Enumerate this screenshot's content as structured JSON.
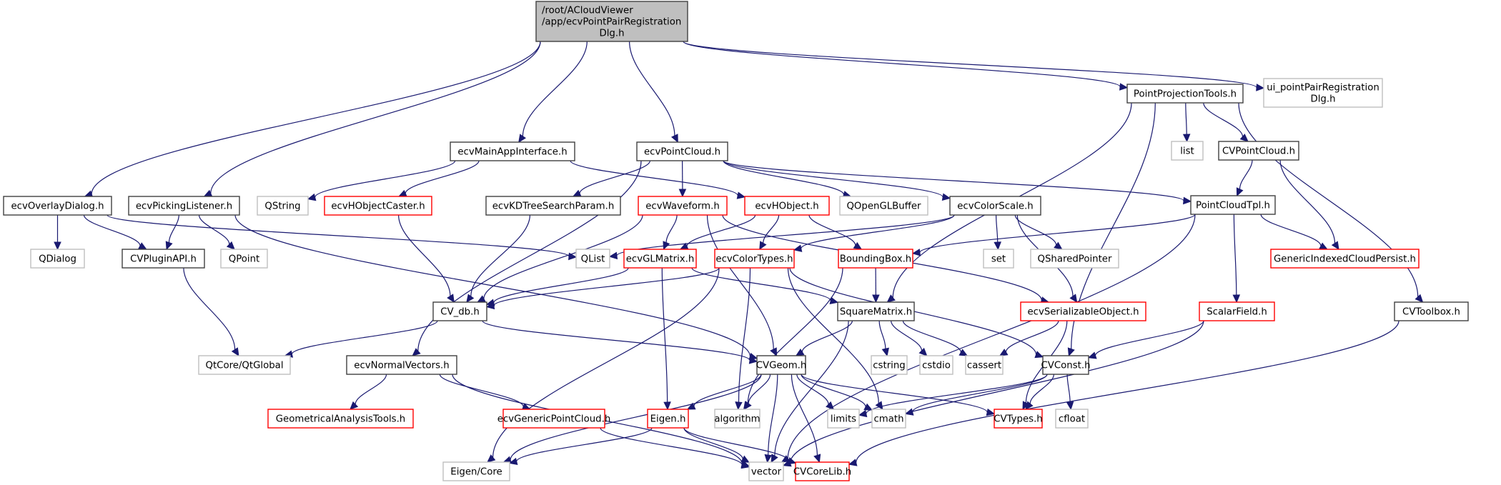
{
  "graph_type": "include dependency graph",
  "colors": {
    "edge": "#191970",
    "root_fill": "#bfbfbf",
    "documented_border": "#404040",
    "truncated_border": "#ff0000",
    "external_border": "#bfbfbf"
  },
  "nodes": [
    {
      "id": "root",
      "lines": [
        "/root/ACloudViewer",
        "/app/ecvPointPairRegistration",
        "Dlg.h"
      ],
      "kind": "root"
    },
    {
      "id": "PointProjectionTools",
      "lines": [
        "PointProjectionTools.h"
      ],
      "kind": "doc"
    },
    {
      "id": "ui_pointPair",
      "lines": [
        "ui_pointPairRegistration",
        "Dlg.h"
      ],
      "kind": "ext"
    },
    {
      "id": "ecvMainAppInterface",
      "lines": [
        "ecvMainAppInterface.h"
      ],
      "kind": "doc"
    },
    {
      "id": "ecvPointCloud",
      "lines": [
        "ecvPointCloud.h"
      ],
      "kind": "doc"
    },
    {
      "id": "list",
      "lines": [
        "list"
      ],
      "kind": "ext"
    },
    {
      "id": "CVPointCloud",
      "lines": [
        "CVPointCloud.h"
      ],
      "kind": "doc"
    },
    {
      "id": "ecvOverlayDialog",
      "lines": [
        "ecvOverlayDialog.h"
      ],
      "kind": "doc"
    },
    {
      "id": "ecvPickingListener",
      "lines": [
        "ecvPickingListener.h"
      ],
      "kind": "doc"
    },
    {
      "id": "QString",
      "lines": [
        "QString"
      ],
      "kind": "ext"
    },
    {
      "id": "ecvHObjectCaster",
      "lines": [
        "ecvHObjectCaster.h"
      ],
      "kind": "red"
    },
    {
      "id": "ecvKDTreeSearchParam",
      "lines": [
        "ecvKDTreeSearchParam.h"
      ],
      "kind": "doc"
    },
    {
      "id": "ecvWaveform",
      "lines": [
        "ecvWaveform.h"
      ],
      "kind": "red"
    },
    {
      "id": "ecvHObject",
      "lines": [
        "ecvHObject.h"
      ],
      "kind": "red"
    },
    {
      "id": "QOpenGLBuffer",
      "lines": [
        "QOpenGLBuffer"
      ],
      "kind": "ext"
    },
    {
      "id": "ecvColorScale",
      "lines": [
        "ecvColorScale.h"
      ],
      "kind": "doc"
    },
    {
      "id": "PointCloudTpl",
      "lines": [
        "PointCloudTpl.h"
      ],
      "kind": "doc"
    },
    {
      "id": "QDialog",
      "lines": [
        "QDialog"
      ],
      "kind": "ext"
    },
    {
      "id": "CVPluginAPI",
      "lines": [
        "CVPluginAPI.h"
      ],
      "kind": "doc"
    },
    {
      "id": "QPoint",
      "lines": [
        "QPoint"
      ],
      "kind": "ext"
    },
    {
      "id": "QList",
      "lines": [
        "QList"
      ],
      "kind": "ext"
    },
    {
      "id": "ecvGLMatrix",
      "lines": [
        "ecvGLMatrix.h"
      ],
      "kind": "red"
    },
    {
      "id": "ecvColorTypes",
      "lines": [
        "ecvColorTypes.h"
      ],
      "kind": "red"
    },
    {
      "id": "BoundingBox",
      "lines": [
        "BoundingBox.h"
      ],
      "kind": "red"
    },
    {
      "id": "set",
      "lines": [
        "set"
      ],
      "kind": "ext"
    },
    {
      "id": "QSharedPointer",
      "lines": [
        "QSharedPointer"
      ],
      "kind": "ext"
    },
    {
      "id": "GenericIndexedCloudPersist",
      "lines": [
        "GenericIndexedCloudPersist.h"
      ],
      "kind": "red"
    },
    {
      "id": "CV_db",
      "lines": [
        "CV_db.h"
      ],
      "kind": "doc"
    },
    {
      "id": "SquareMatrix",
      "lines": [
        "SquareMatrix.h"
      ],
      "kind": "doc"
    },
    {
      "id": "ecvSerializableObject",
      "lines": [
        "ecvSerializableObject.h"
      ],
      "kind": "red"
    },
    {
      "id": "ScalarField",
      "lines": [
        "ScalarField.h"
      ],
      "kind": "red"
    },
    {
      "id": "CVToolbox",
      "lines": [
        "CVToolbox.h"
      ],
      "kind": "doc"
    },
    {
      "id": "QtGlobal",
      "lines": [
        "QtCore/QtGlobal"
      ],
      "kind": "ext"
    },
    {
      "id": "ecvNormalVectors",
      "lines": [
        "ecvNormalVectors.h"
      ],
      "kind": "doc"
    },
    {
      "id": "CVGeom",
      "lines": [
        "CVGeom.h"
      ],
      "kind": "doc"
    },
    {
      "id": "cstring",
      "lines": [
        "cstring"
      ],
      "kind": "ext"
    },
    {
      "id": "cstdio",
      "lines": [
        "cstdio"
      ],
      "kind": "ext"
    },
    {
      "id": "cassert",
      "lines": [
        "cassert"
      ],
      "kind": "ext"
    },
    {
      "id": "CVConst",
      "lines": [
        "CVConst.h"
      ],
      "kind": "doc"
    },
    {
      "id": "GeometricalAnalysisTools",
      "lines": [
        "GeometricalAnalysisTools.h"
      ],
      "kind": "red"
    },
    {
      "id": "ecvGenericPointCloud",
      "lines": [
        "ecvGenericPointCloud.h"
      ],
      "kind": "red"
    },
    {
      "id": "Eigen",
      "lines": [
        "Eigen.h"
      ],
      "kind": "red"
    },
    {
      "id": "algorithm",
      "lines": [
        "algorithm"
      ],
      "kind": "ext"
    },
    {
      "id": "limits",
      "lines": [
        "limits"
      ],
      "kind": "ext"
    },
    {
      "id": "cmath",
      "lines": [
        "cmath"
      ],
      "kind": "ext"
    },
    {
      "id": "CVTypes",
      "lines": [
        "CVTypes.h"
      ],
      "kind": "red"
    },
    {
      "id": "cfloat",
      "lines": [
        "cfloat"
      ],
      "kind": "ext"
    },
    {
      "id": "EigenCore",
      "lines": [
        "Eigen/Core"
      ],
      "kind": "ext"
    },
    {
      "id": "vector",
      "lines": [
        "vector"
      ],
      "kind": "ext"
    },
    {
      "id": "CVCoreLib",
      "lines": [
        "CVCoreLib.h"
      ],
      "kind": "red"
    }
  ],
  "edges": [
    [
      "root",
      "ecvOverlayDialog"
    ],
    [
      "root",
      "ecvPickingListener"
    ],
    [
      "root",
      "ecvMainAppInterface"
    ],
    [
      "root",
      "ecvPointCloud"
    ],
    [
      "root",
      "PointProjectionTools"
    ],
    [
      "root",
      "ui_pointPair"
    ],
    [
      "PointProjectionTools",
      "list"
    ],
    [
      "PointProjectionTools",
      "CVPointCloud"
    ],
    [
      "PointProjectionTools",
      "SquareMatrix"
    ],
    [
      "PointProjectionTools",
      "CVConst"
    ],
    [
      "PointProjectionTools",
      "CVToolbox"
    ],
    [
      "CVPointCloud",
      "PointCloudTpl"
    ],
    [
      "CVPointCloud",
      "GenericIndexedCloudPersist"
    ],
    [
      "ecvMainAppInterface",
      "QString"
    ],
    [
      "ecvMainAppInterface",
      "ecvHObjectCaster"
    ],
    [
      "ecvMainAppInterface",
      "ecvHObject"
    ],
    [
      "ecvPointCloud",
      "ecvKDTreeSearchParam"
    ],
    [
      "ecvPointCloud",
      "ecvWaveform"
    ],
    [
      "ecvPointCloud",
      "QOpenGLBuffer"
    ],
    [
      "ecvPointCloud",
      "ecvColorScale"
    ],
    [
      "ecvPointCloud",
      "PointCloudTpl"
    ],
    [
      "ecvPointCloud",
      "ecvNormalVectors"
    ],
    [
      "ecvOverlayDialog",
      "QDialog"
    ],
    [
      "ecvOverlayDialog",
      "CVPluginAPI"
    ],
    [
      "ecvOverlayDialog",
      "QList"
    ],
    [
      "ecvPickingListener",
      "CVPluginAPI"
    ],
    [
      "ecvPickingListener",
      "QPoint"
    ],
    [
      "ecvPickingListener",
      "CVGeom"
    ],
    [
      "CVPluginAPI",
      "QtGlobal"
    ],
    [
      "ecvHObjectCaster",
      "CV_db"
    ],
    [
      "ecvKDTreeSearchParam",
      "CV_db"
    ],
    [
      "ecvWaveform",
      "ecvGLMatrix"
    ],
    [
      "ecvWaveform",
      "CV_db"
    ],
    [
      "ecvWaveform",
      "ecvSerializableObject"
    ],
    [
      "ecvWaveform",
      "CVGeom"
    ],
    [
      "ecvHObject",
      "ecvGLMatrix"
    ],
    [
      "ecvHObject",
      "ecvColorTypes"
    ],
    [
      "ecvHObject",
      "BoundingBox"
    ],
    [
      "ecvColorScale",
      "QList"
    ],
    [
      "ecvColorScale",
      "ecvColorTypes"
    ],
    [
      "ecvColorScale",
      "set"
    ],
    [
      "ecvColorScale",
      "QSharedPointer"
    ],
    [
      "ecvColorScale",
      "ecvSerializableObject"
    ],
    [
      "PointCloudTpl",
      "BoundingBox"
    ],
    [
      "PointCloudTpl",
      "GenericIndexedCloudPersist"
    ],
    [
      "PointCloudTpl",
      "ScalarField"
    ],
    [
      "PointCloudTpl",
      "vector"
    ],
    [
      "ecvGLMatrix",
      "CV_db"
    ],
    [
      "ecvGLMatrix",
      "SquareMatrix"
    ],
    [
      "ecvGLMatrix",
      "Eigen"
    ],
    [
      "ecvColorTypes",
      "CV_db"
    ],
    [
      "ecvColorTypes",
      "algorithm"
    ],
    [
      "ecvColorTypes",
      "cmath"
    ],
    [
      "ecvColorTypes",
      "CVConst"
    ],
    [
      "ecvColorTypes",
      "EigenCore"
    ],
    [
      "BoundingBox",
      "SquareMatrix"
    ],
    [
      "BoundingBox",
      "algorithm"
    ],
    [
      "CV_db",
      "QtGlobal"
    ],
    [
      "CV_db",
      "CVGeom"
    ],
    [
      "SquareMatrix",
      "CVGeom"
    ],
    [
      "SquareMatrix",
      "cstring"
    ],
    [
      "SquareMatrix",
      "cstdio"
    ],
    [
      "SquareMatrix",
      "cassert"
    ],
    [
      "SquareMatrix",
      "vector"
    ],
    [
      "ecvSerializableObject",
      "cassert"
    ],
    [
      "ecvSerializableObject",
      "CVTypes"
    ],
    [
      "ScalarField",
      "CVConst"
    ],
    [
      "ScalarField",
      "vector"
    ],
    [
      "CVToolbox",
      "CVCoreLib"
    ],
    [
      "ecvNormalVectors",
      "GeometricalAnalysisTools"
    ],
    [
      "ecvNormalVectors",
      "ecvGenericPointCloud"
    ],
    [
      "ecvNormalVectors",
      "vector"
    ],
    [
      "CVGeom",
      "Eigen"
    ],
    [
      "CVGeom",
      "algorithm"
    ],
    [
      "CVGeom",
      "limits"
    ],
    [
      "CVGeom",
      "cmath"
    ],
    [
      "CVGeom",
      "CVTypes"
    ],
    [
      "CVGeom",
      "vector"
    ],
    [
      "CVGeom",
      "CVCoreLib"
    ],
    [
      "CVGeom",
      "EigenCore"
    ],
    [
      "CVConst",
      "limits"
    ],
    [
      "CVConst",
      "cmath"
    ],
    [
      "CVConst",
      "CVTypes"
    ],
    [
      "CVConst",
      "cfloat"
    ],
    [
      "ecvGenericPointCloud",
      "vector"
    ],
    [
      "Eigen",
      "EigenCore"
    ],
    [
      "Eigen",
      "vector"
    ],
    [
      "Eigen",
      "CVCoreLib"
    ]
  ]
}
